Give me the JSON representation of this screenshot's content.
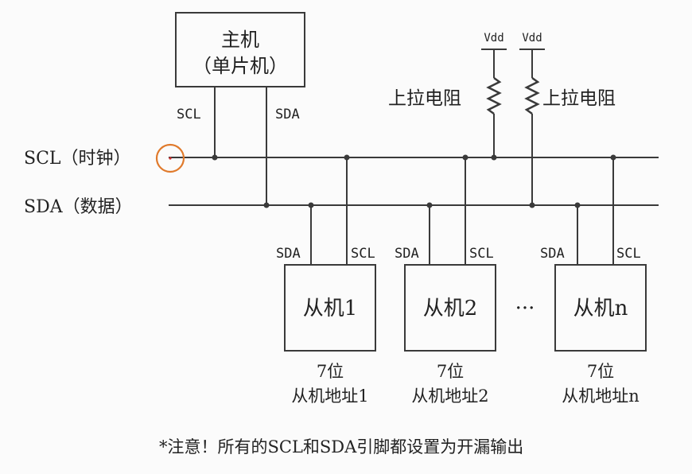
{
  "master": {
    "line1": "主机",
    "line2": "（单片机）",
    "scl_pin": "SCL",
    "sda_pin": "SDA"
  },
  "bus": {
    "scl_label": "SCL（时钟）",
    "sda_label": "SDA（数据）"
  },
  "pullups": [
    {
      "vdd": "Vdd",
      "label": "上拉电阻"
    },
    {
      "vdd": "Vdd",
      "label": "上拉电阻"
    }
  ],
  "slaves": [
    {
      "name": "从机1",
      "sda_pin": "SDA",
      "scl_pin": "SCL",
      "addr_line1": "7位",
      "addr_line2": "从机地址1"
    },
    {
      "name": "从机2",
      "sda_pin": "SDA",
      "scl_pin": "SCL",
      "addr_line1": "7位",
      "addr_line2": "从机地址2"
    },
    {
      "name": "从机n",
      "sda_pin": "SDA",
      "scl_pin": "SCL",
      "addr_line1": "7位",
      "addr_line2": "从机地址n"
    }
  ],
  "ellipsis": "···",
  "note": "*注意！所有的SCL和SDA引脚都设置为开漏输出",
  "colors": {
    "line": "#3a3a3a",
    "highlight_circle": "#e07a2c",
    "highlight_dot": "#d03030"
  }
}
